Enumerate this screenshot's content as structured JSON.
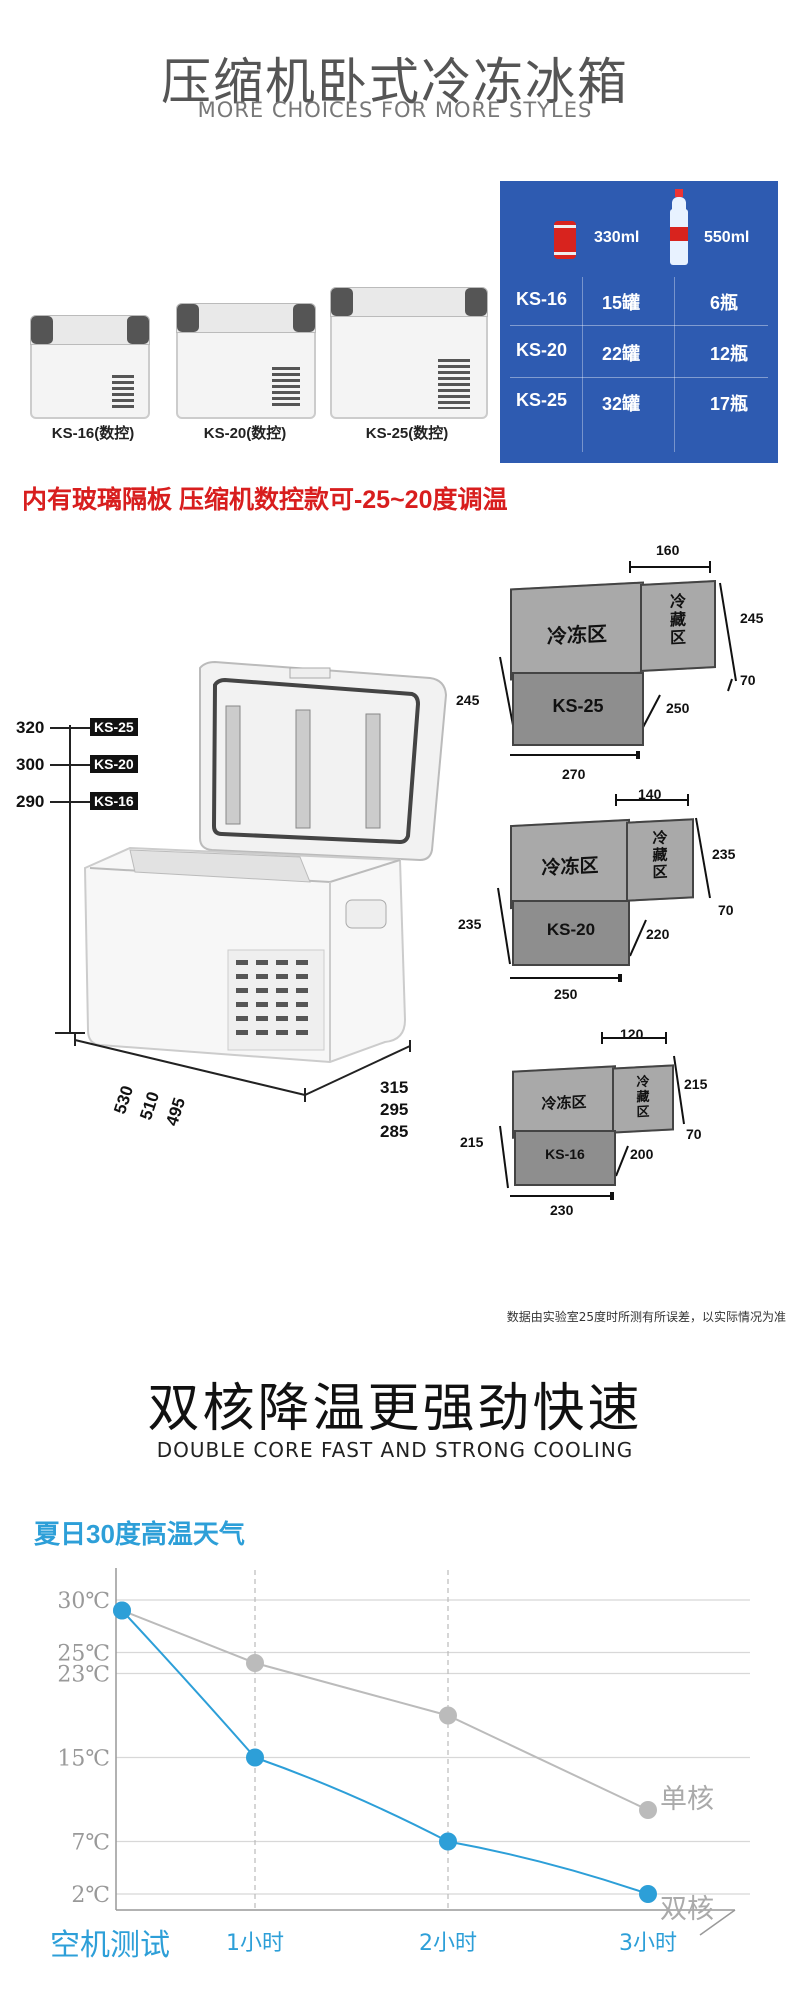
{
  "header": {
    "title": "压缩机卧式冷冻冰箱",
    "subtitle": "MORE CHOICES FOR MORE STYLES"
  },
  "products": [
    {
      "label": "KS-16(数控)"
    },
    {
      "label": "KS-20(数控)"
    },
    {
      "label": "KS-25(数控)"
    }
  ],
  "capacity_table": {
    "can_label": "330ml",
    "bottle_label": "550ml",
    "rows": [
      {
        "model": "KS-16",
        "cans": "15罐",
        "bottles": "6瓶"
      },
      {
        "model": "KS-20",
        "cans": "22罐",
        "bottles": "12瓶"
      },
      {
        "model": "KS-25",
        "cans": "32罐",
        "bottles": "17瓶"
      }
    ]
  },
  "highlight": "内有玻璃隔板  压缩机数控款可-25~20度调温",
  "heights": [
    {
      "value": "320",
      "model": "KS-25"
    },
    {
      "value": "300",
      "model": "KS-20"
    },
    {
      "value": "290",
      "model": "KS-16"
    }
  ],
  "base_dims": {
    "lengths": [
      "530",
      "510",
      "495"
    ],
    "depths": [
      "315",
      "295",
      "285"
    ]
  },
  "interior": {
    "freeze_label": "冷冻区",
    "chill_label": "冷藏区",
    "units": [
      {
        "model": "KS-25",
        "top": "160",
        "side": "245",
        "left": "245",
        "bottom": "270",
        "inner_depth": "250",
        "step": "70"
      },
      {
        "model": "KS-20",
        "top": "140",
        "side": "235",
        "left": "235",
        "bottom": "250",
        "inner_depth": "220",
        "step": "70"
      },
      {
        "model": "KS-16",
        "top": "120",
        "side": "215",
        "left": "215",
        "bottom": "230",
        "inner_depth": "200",
        "step": "70"
      }
    ]
  },
  "note": "数据由实验室25度时所测有所误差，以实际情况为准",
  "cooling": {
    "title": "双核降温更强劲快速",
    "subtitle": "DOUBLE CORE FAST AND STRONG COOLING"
  },
  "chart_data": {
    "type": "line",
    "title": "夏日30度高温天气",
    "categories": [
      "空机测试",
      "1小时",
      "2小时",
      "3小时"
    ],
    "y_ticks": [
      "30℃",
      "25℃",
      "23℃",
      "15℃",
      "7℃",
      "2℃"
    ],
    "y_tick_values": [
      30,
      25,
      23,
      15,
      7,
      2
    ],
    "series": [
      {
        "name": "单核",
        "values": [
          29,
          24,
          19,
          10
        ],
        "color": "#bbbbbb"
      },
      {
        "name": "双核",
        "values": [
          29,
          15,
          7,
          2
        ],
        "color": "#2d9fd8"
      }
    ],
    "ylim": [
      0,
      30
    ],
    "grid": true
  },
  "colors": {
    "accent_blue": "#2d9fd8",
    "table_blue": "#2e5bb1",
    "highlight_red": "#d81e1e"
  }
}
